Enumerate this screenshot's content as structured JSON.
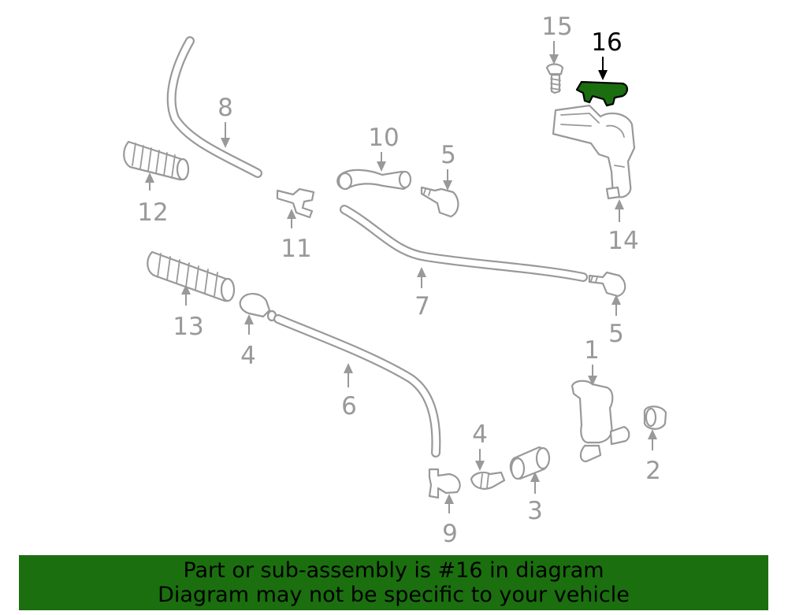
{
  "diagram": {
    "callouts": {
      "c1": "1",
      "c2": "2",
      "c3": "3",
      "c4a": "4",
      "c4b": "4",
      "c5a": "5",
      "c5b": "5",
      "c6": "6",
      "c7": "7",
      "c8": "8",
      "c9": "9",
      "c10": "10",
      "c11": "11",
      "c12": "12",
      "c13": "13",
      "c14": "14",
      "c15": "15",
      "c16": "16"
    },
    "highlighted_part": "16",
    "colors": {
      "part_stroke": "#999999",
      "highlight_fill": "#1a6e10",
      "banner_bg": "#1b6f0f"
    }
  },
  "banner": {
    "line1": "Part or sub-assembly is #16 in diagram",
    "line2": "Diagram may not be specific to your vehicle"
  }
}
